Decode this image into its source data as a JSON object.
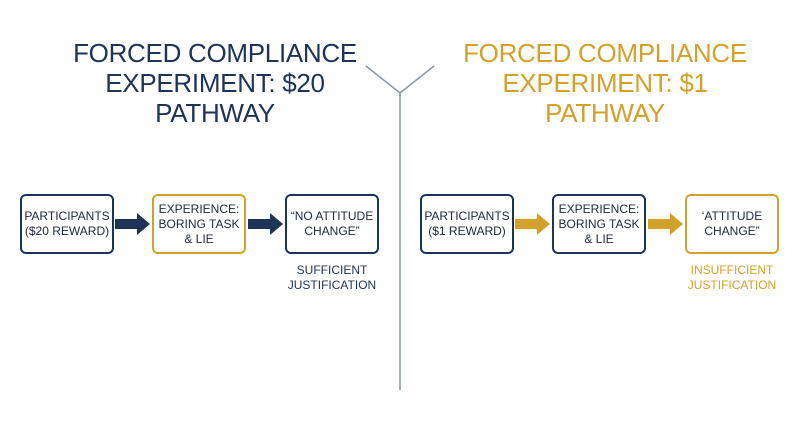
{
  "colors": {
    "navy": "#1e3358",
    "gold": "#d4a02c",
    "divider": "#8b95a3"
  },
  "left": {
    "title_line1": "FORCED COMPLIANCE",
    "title_line2": "EXPERIMENT: $20 PATHWAY",
    "box1": {
      "line1": "PARTICIPANTS",
      "line2": "($20 REWARD)"
    },
    "box2": {
      "line1": "EXPERIENCE:",
      "line2": "BORING TASK",
      "line3": "& LIE"
    },
    "box3": {
      "line1": "“NO ATTITUDE",
      "line2": "CHANGE”"
    },
    "justification_line1": "SUFFICIENT",
    "justification_line2": "JUSTIFICATION"
  },
  "right": {
    "title_line1": "FORCED COMPLIANCE",
    "title_line2": "EXPERIMENT: $1 PATHWAY",
    "box1": {
      "line1": "PARTICIPANTS",
      "line2": "($1 REWARD)"
    },
    "box2": {
      "line1": "EXPERIENCE:",
      "line2": "BORING TASK",
      "line3": "& LIE"
    },
    "box3": {
      "line1": "‘ATTITUDE",
      "line2": "CHANGE”"
    },
    "justification_line1": "INSUFFICIENT",
    "justification_line2": "JUSTIFICATION"
  }
}
